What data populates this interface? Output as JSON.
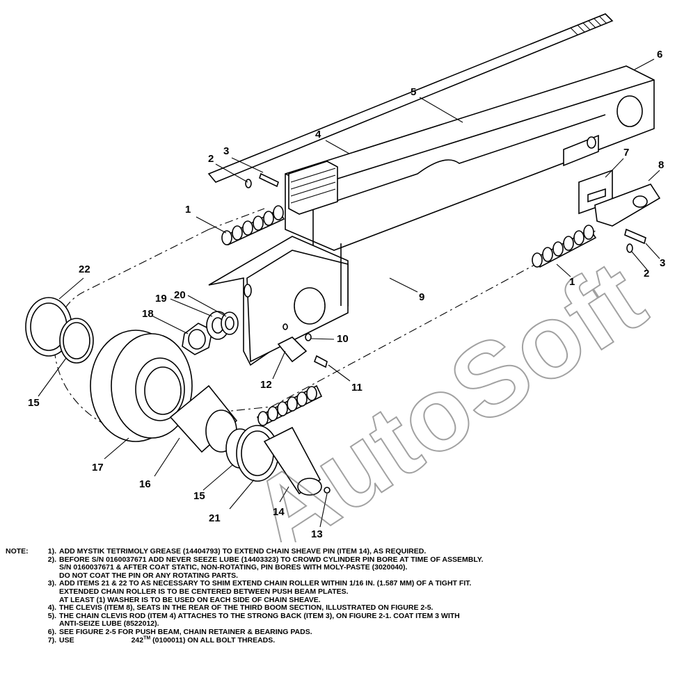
{
  "diagram": {
    "watermark": "AutoSoft",
    "callouts": [
      "1",
      "2",
      "3",
      "4",
      "5",
      "6",
      "7",
      "8",
      "9",
      "10",
      "11",
      "12",
      "13",
      "14",
      "15",
      "16",
      "17",
      "18",
      "19",
      "20",
      "21",
      "22",
      "1",
      "2",
      "3",
      "15"
    ]
  },
  "notes": {
    "label": "NOTE:",
    "items": [
      {
        "num": "1).",
        "lines": [
          "ADD MYSTIK TETRIMOLY GREASE (14404793) TO EXTEND CHAIN SHEAVE PIN (ITEM 14), AS REQUIRED."
        ]
      },
      {
        "num": "2).",
        "lines": [
          "BEFORE S/N 0160037671 ADD NEVER SEEZE LUBE (14403323) TO CROWD CYLINDER PIN BORE AT TIME OF ASSEMBLY.",
          "S/N 0160037671 & AFTER COAT STATIC, NON-ROTATING, PIN BORES WITH MOLY-PASTE (3020040).",
          "DO NOT COAT THE PIN OR ANY ROTATING PARTS."
        ]
      },
      {
        "num": "3).",
        "lines": [
          "ADD ITEMS 21 & 22 TO AS NECESSARY TO SHIM EXTEND CHAIN ROLLER WITHIN 1/16 IN. (1.587 MM) OF A TIGHT FIT.",
          "EXTENDED CHAIN ROLLER IS TO BE CENTERED BETWEEN PUSH BEAM PLATES.",
          "AT LEAST (1) WASHER IS TO BE USED ON EACH SIDE OF CHAIN SHEAVE."
        ]
      },
      {
        "num": "4).",
        "lines": [
          "THE CLEVIS (ITEM 8), SEATS IN THE REAR OF THE THIRD BOOM SECTION, ILLUSTRATED ON FIGURE 2-5."
        ]
      },
      {
        "num": "5).",
        "lines": [
          "THE CHAIN CLEVIS ROD (ITEM 4) ATTACHES TO THE STRONG BACK (ITEM 3), ON FIGURE 2-1. COAT ITEM  3 WITH",
          "ANTI-SEIZE LUBE (8522012)."
        ]
      },
      {
        "num": "6).",
        "lines": [
          "SEE FIGURE 2-5 FOR PUSH BEAM, CHAIN RETAINER & BEARING PADS."
        ]
      },
      {
        "num": "7).",
        "lines": [
          "USE"
        ],
        "tail": "242",
        "tm": "TM",
        "after": " (0100011) ON ALL BOLT THREADS."
      }
    ]
  }
}
